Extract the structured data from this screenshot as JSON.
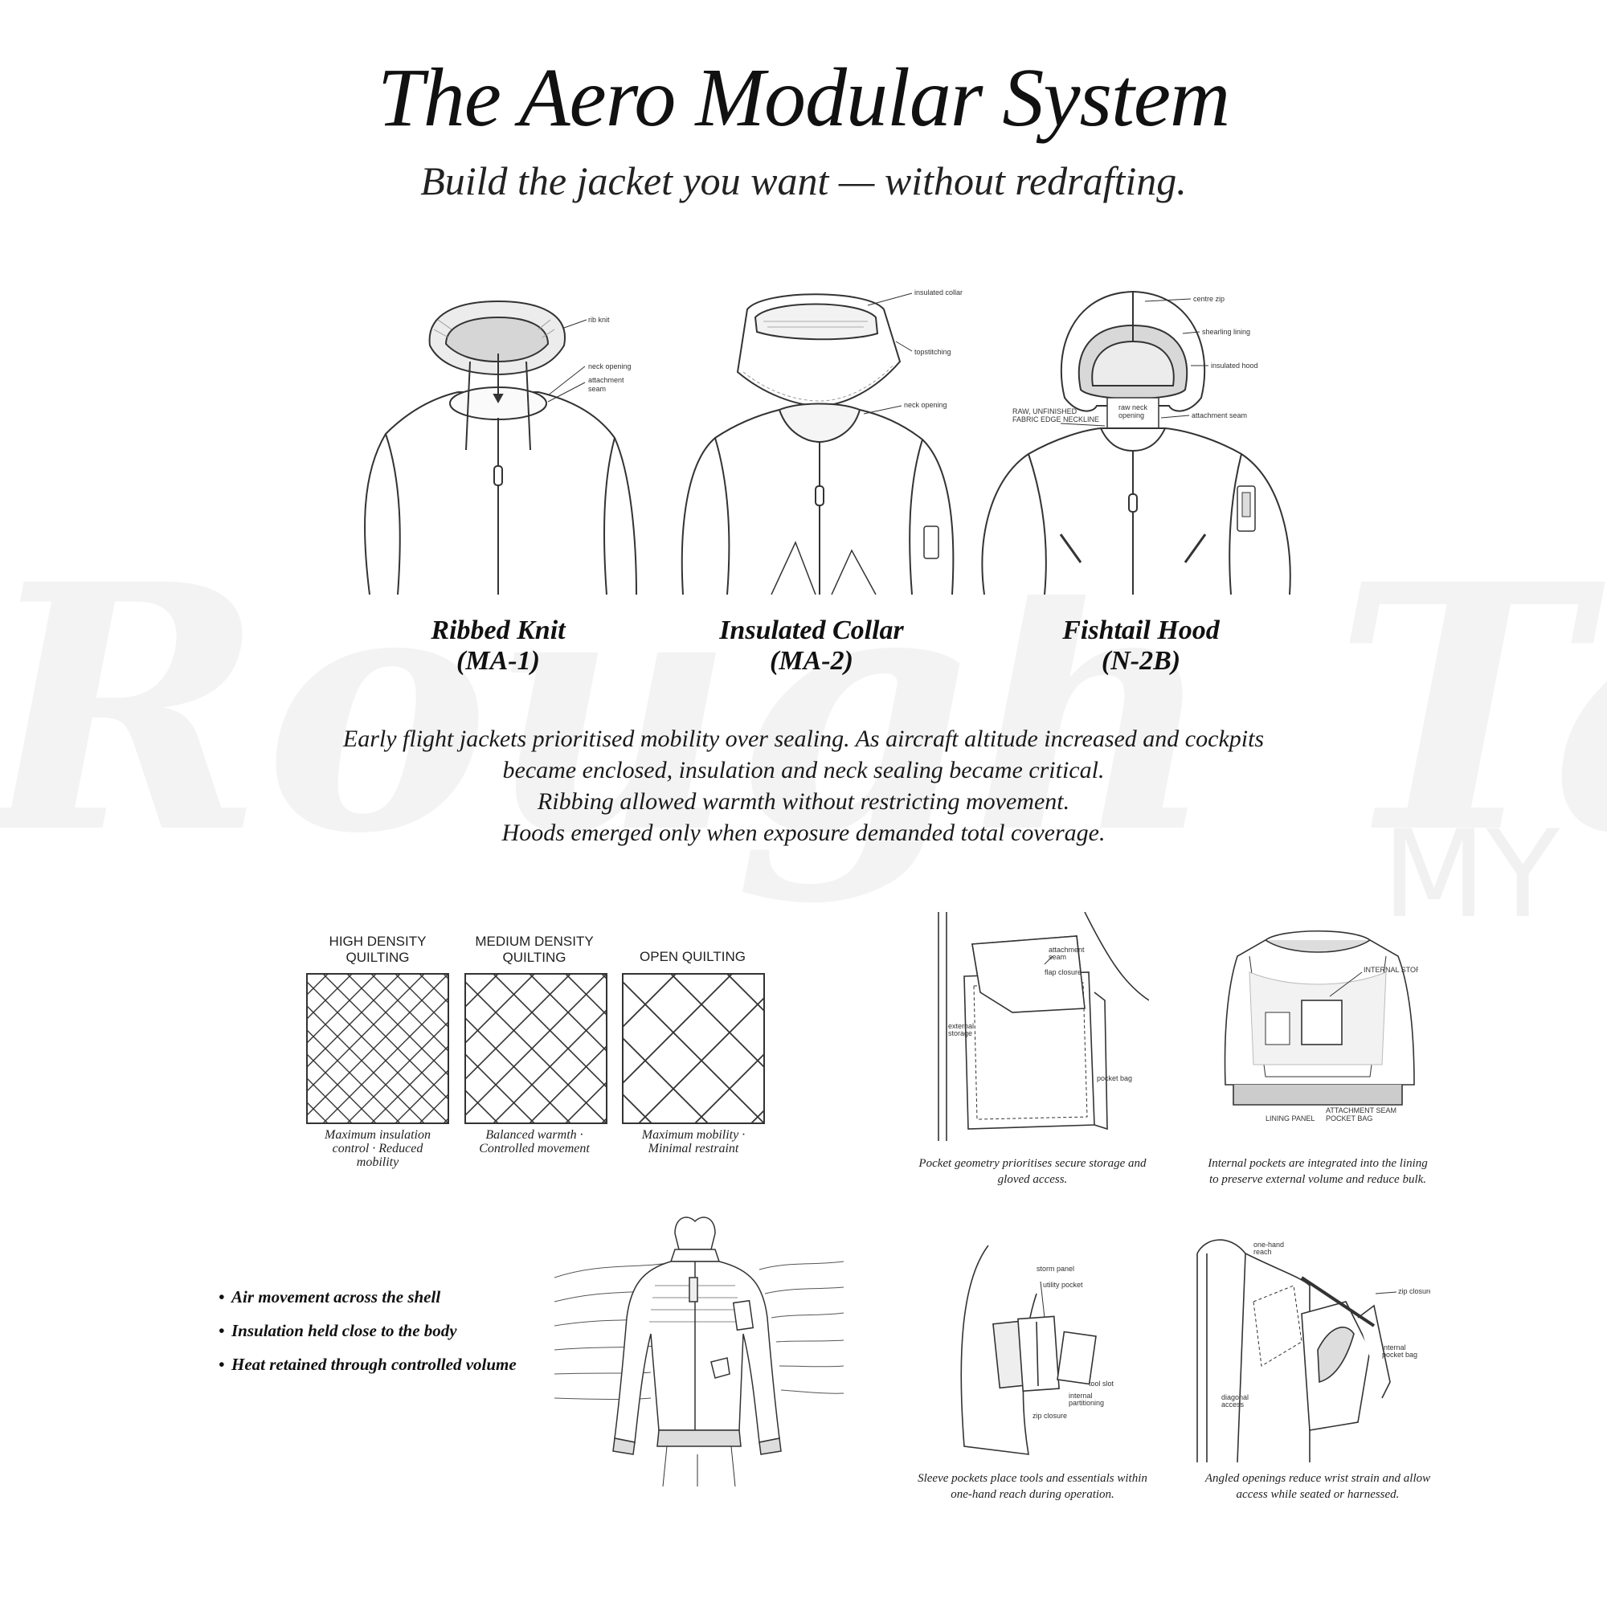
{
  "header": {
    "title": "The Aero Modular System",
    "subtitle": "Build the jacket you want — without redrafting."
  },
  "jackets": [
    {
      "name": "Ribbed Knit",
      "code": "(MA-1)",
      "labels": [
        "rib knit",
        "neck opening",
        "attachment",
        "seam"
      ]
    },
    {
      "name": "Insulated Collar",
      "code": "(MA-2)",
      "labels": [
        "insulated collar",
        "topstitching",
        "neck opening"
      ]
    },
    {
      "name": "Fishtail Hood",
      "code": "(N-2B)",
      "labels": [
        "centre zip",
        "shearling lining",
        "insulated hood",
        "raw neck",
        "opening",
        "attachment seam",
        "RAW, UNFINISHED",
        "FABRIC EDGE NECKLINE"
      ]
    }
  ],
  "history": [
    "Early flight jackets prioritised mobility over sealing. As aircraft altitude increased and cockpits",
    "became enclosed, insulation and neck sealing became critical.",
    "Ribbing allowed warmth without restricting movement.",
    "Hoods emerged only when exposure demanded total coverage."
  ],
  "quilting": [
    {
      "heading": [
        "HIGH DENSITY",
        "QUILTING"
      ],
      "caption": [
        "Maximum insulation",
        "control · Reduced",
        "mobility"
      ]
    },
    {
      "heading": [
        "MEDIUM DENSITY",
        "QUILTING"
      ],
      "caption": [
        "Balanced warmth ·",
        "Controlled movement"
      ]
    },
    {
      "heading": [
        "OPEN QUILTING"
      ],
      "caption": [
        "Maximum mobility ·",
        "Minimal restraint"
      ]
    }
  ],
  "pockets": [
    {
      "caption": [
        "Pocket geometry prioritises secure storage and",
        "gloved access."
      ],
      "labels": [
        "attachment",
        "seam",
        "flap closure",
        "external",
        "storage",
        "pocket bag"
      ]
    },
    {
      "caption": [
        "Internal pockets are integrated into the lining",
        "to preserve external volume and reduce bulk."
      ],
      "labels": [
        "INTERNAL STORAGE",
        "ATTACHMENT SEAM",
        "LINING PANEL",
        "POCKET BAG"
      ]
    },
    {
      "caption": [
        "Sleeve pockets place tools and essentials within",
        "one-hand reach during operation."
      ],
      "labels": [
        "storm panel",
        "utility pocket",
        "internal",
        "partitioning",
        "zip closure",
        "tool slot"
      ]
    },
    {
      "caption": [
        "Angled openings reduce wrist strain and allow",
        "access while seated or harnessed."
      ],
      "labels": [
        "one-hand",
        "reach",
        "zip closure",
        "internal",
        "pocket bag",
        "diagonal",
        "access"
      ]
    }
  ],
  "airflow": {
    "bullets": [
      "Air movement across the shell",
      "Insulation held close to the body",
      "Heat retained through controlled volume"
    ]
  },
  "watermark": {
    "text": "Rough Tai",
    "text2": "MY"
  }
}
